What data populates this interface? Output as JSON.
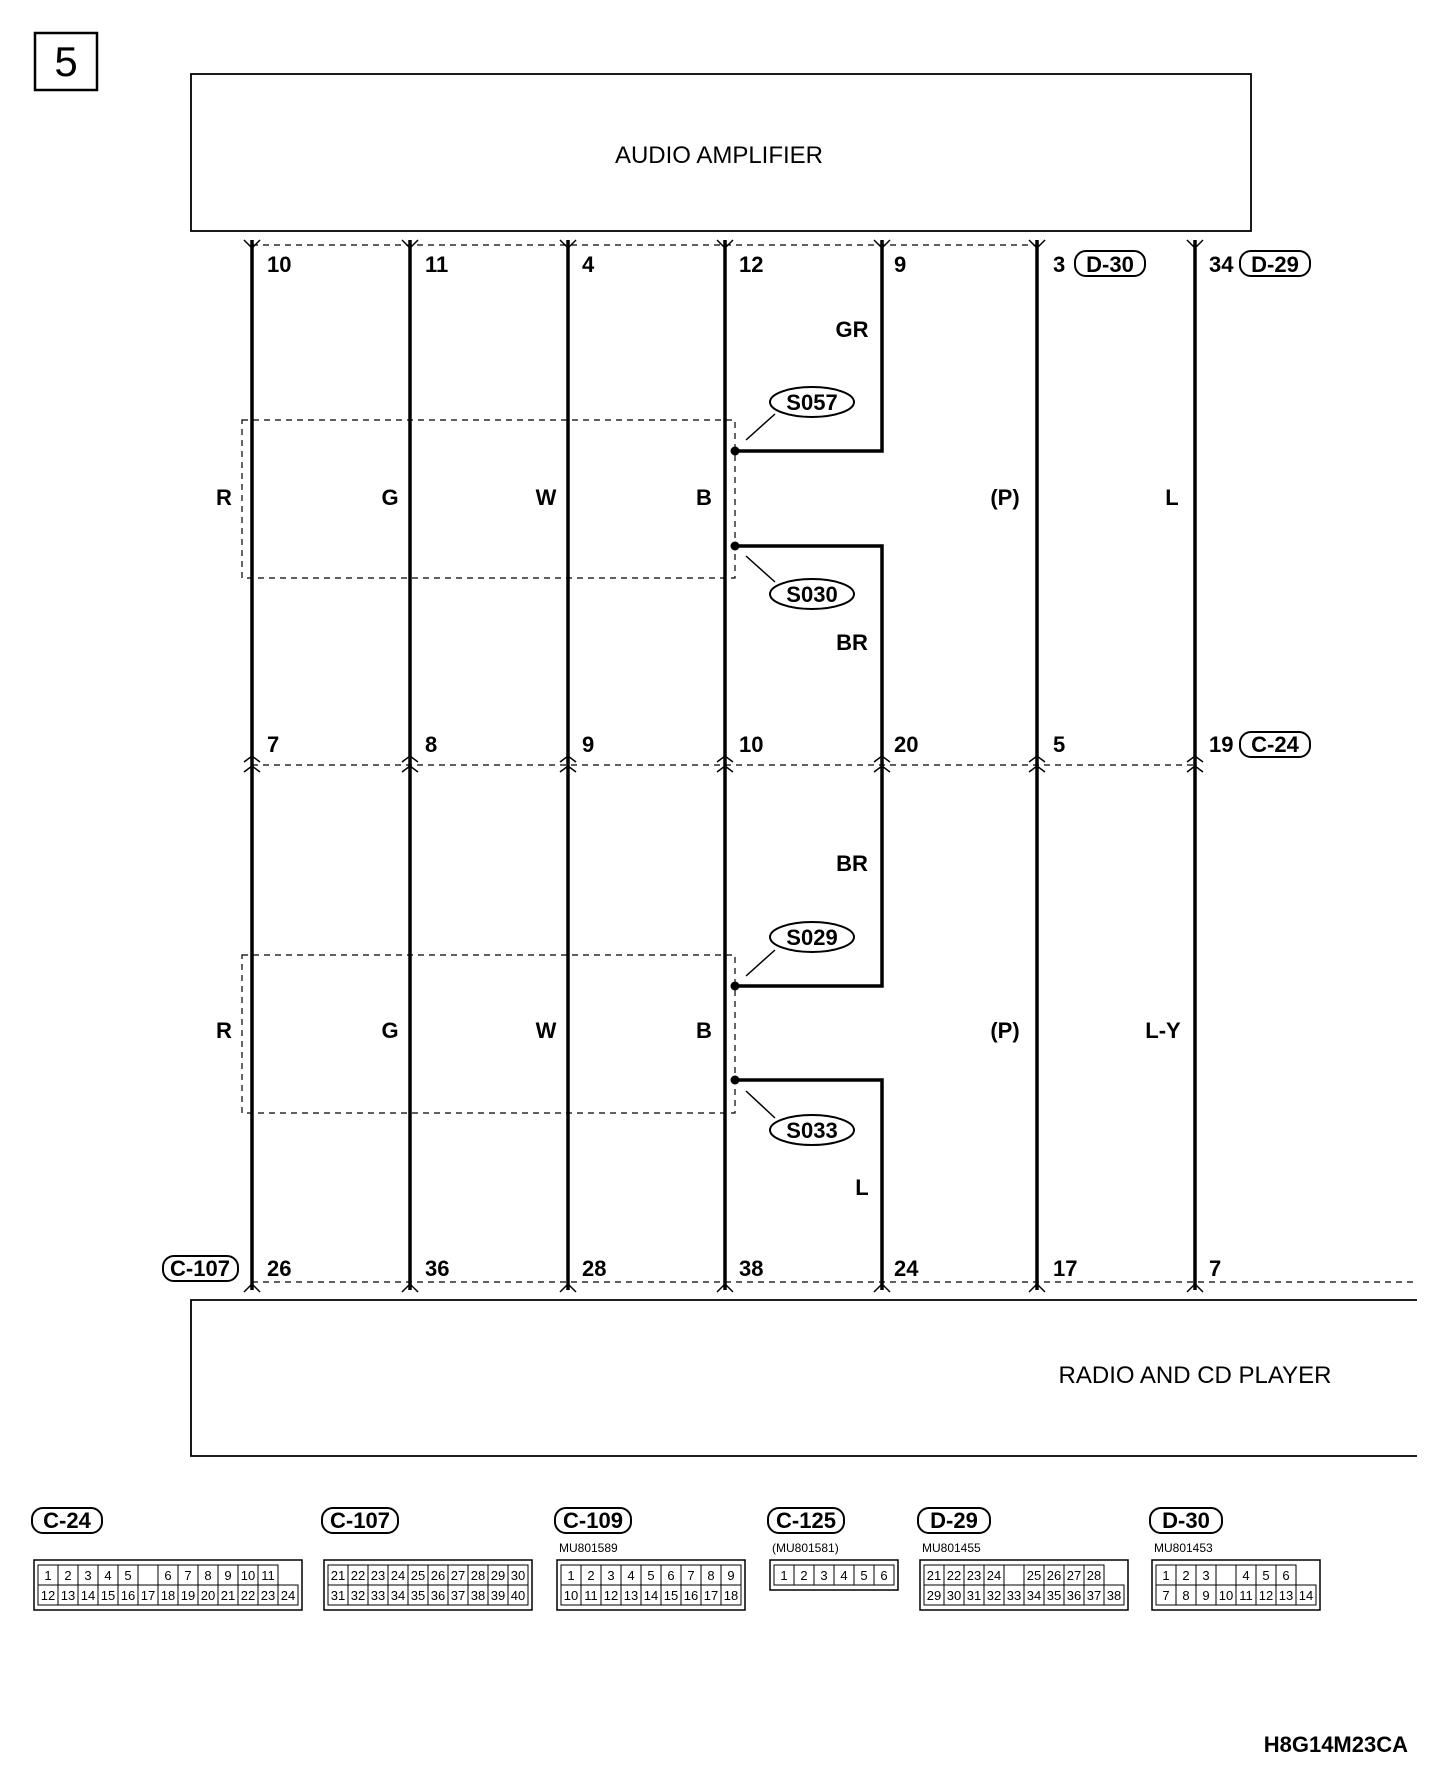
{
  "page_number": "5",
  "amplifier": {
    "label": "AUDIO AMPLIFIER"
  },
  "radio": {
    "label": "RADIO AND CD PLAYER"
  },
  "pins": {
    "top": [
      "10",
      "11",
      "4",
      "12",
      "9",
      "3",
      "34"
    ],
    "mid": [
      "7",
      "8",
      "9",
      "10",
      "20",
      "5",
      "19"
    ],
    "bottom": [
      "26",
      "36",
      "28",
      "38",
      "24",
      "17",
      "7"
    ]
  },
  "connector_tags": {
    "top_d30": "D-30",
    "top_d29": "D-29",
    "mid_c24": "C-24",
    "bottom_c107": "C-107"
  },
  "wire_colors": {
    "upper": [
      "R",
      "G",
      "W",
      "B",
      "(P)",
      "L"
    ],
    "lower": [
      "R",
      "G",
      "W",
      "B",
      "(P)",
      "L-Y"
    ],
    "gr": "GR",
    "br_upper": "BR",
    "br_lower": "BR",
    "l_branch": "L"
  },
  "splices": [
    "S057",
    "S030",
    "S029",
    "S033"
  ],
  "connectors": [
    {
      "id": "C-24",
      "part": "",
      "row1": [
        "1",
        "2",
        "3",
        "4",
        "5",
        "",
        "6",
        "7",
        "8",
        "9",
        "10",
        "11"
      ],
      "row2": [
        "12",
        "13",
        "14",
        "15",
        "16",
        "17",
        "18",
        "19",
        "20",
        "21",
        "22",
        "23",
        "24"
      ]
    },
    {
      "id": "C-107",
      "part": "",
      "row1": [
        "21",
        "22",
        "23",
        "24",
        "25",
        "26",
        "27",
        "28",
        "29",
        "30"
      ],
      "row2": [
        "31",
        "32",
        "33",
        "34",
        "35",
        "36",
        "37",
        "38",
        "39",
        "40"
      ]
    },
    {
      "id": "C-109",
      "part": "MU801589",
      "row1": [
        "1",
        "2",
        "3",
        "4",
        "5",
        "6",
        "7",
        "8",
        "9"
      ],
      "row2": [
        "10",
        "11",
        "12",
        "13",
        "14",
        "15",
        "16",
        "17",
        "18"
      ]
    },
    {
      "id": "C-125",
      "part": "(MU801581)",
      "row1": [
        "1",
        "2",
        "3",
        "4",
        "5",
        "6"
      ],
      "row2": []
    },
    {
      "id": "D-29",
      "part": "MU801455",
      "row1": [
        "21",
        "22",
        "23",
        "24",
        "",
        "25",
        "26",
        "27",
        "28"
      ],
      "row2": [
        "29",
        "30",
        "31",
        "32",
        "33",
        "34",
        "35",
        "36",
        "37",
        "38"
      ]
    },
    {
      "id": "D-30",
      "part": "MU801453",
      "row1": [
        "1",
        "2",
        "3",
        "",
        "4",
        "5",
        "6"
      ],
      "row2": [
        "7",
        "8",
        "9",
        "10",
        "11",
        "12",
        "13",
        "14"
      ]
    }
  ],
  "figure_code": "H8G14M23CA"
}
